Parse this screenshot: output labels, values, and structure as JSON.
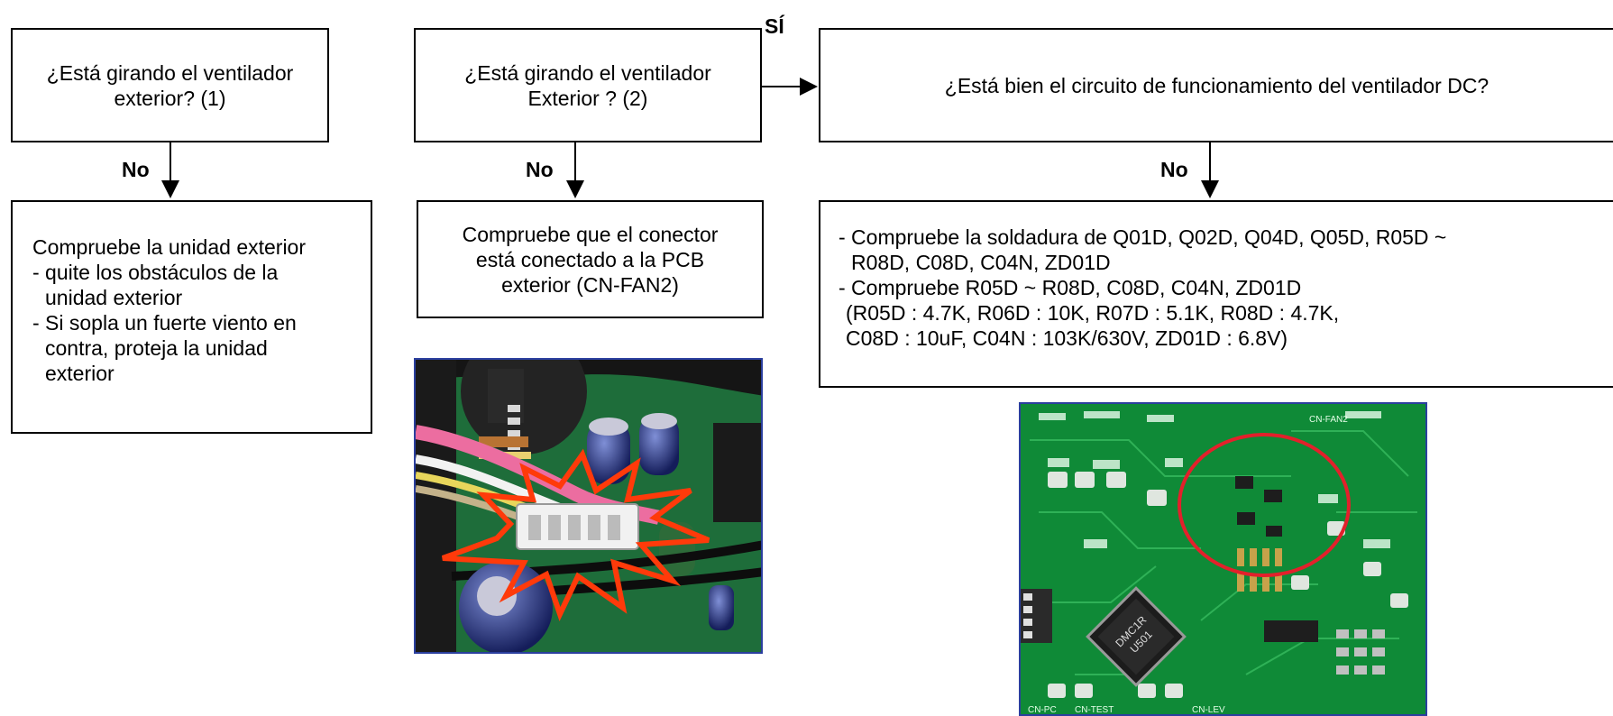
{
  "left": {
    "question": "¿Está girando el ventilador exterior? (1)",
    "no_label": "No",
    "action_lines": [
      "Compruebe la unidad exterior",
      "- quite los obstáculos de la",
      "unidad exterior",
      "- Si sopla un fuerte viento en",
      "contra, proteja la unidad",
      "exterior"
    ]
  },
  "middle": {
    "question": "¿Está girando el ventilador Exterior ? (2)",
    "yes_label": "SÍ",
    "no_label": "No",
    "action": "Compruebe que el conector está conectado a la PCB exterior (CN-FAN2)"
  },
  "right": {
    "question": "¿Está bien el circuito de funcionamiento del ventilador DC?",
    "no_label": "No",
    "action_lines": [
      "- Compruebe la soldadura de Q01D, Q02D, Q04D, Q05D, R05D ~",
      "R08D, C08D, C04N, ZD01D",
      "- Compruebe R05D ~ R08D, C08D, C04N, ZD01D",
      "(R05D : 4.7K, R06D : 10K, R07D : 5.1K, R08D : 4.7K,",
      "C08D : 10uF, C04N : 103K/630V, ZD01D : 6.8V)"
    ]
  },
  "pcb_labels": [
    "CN-FAN2",
    "DMC1R",
    "U501",
    "CN-TEST",
    "CN-LEV",
    "CN-PC"
  ]
}
